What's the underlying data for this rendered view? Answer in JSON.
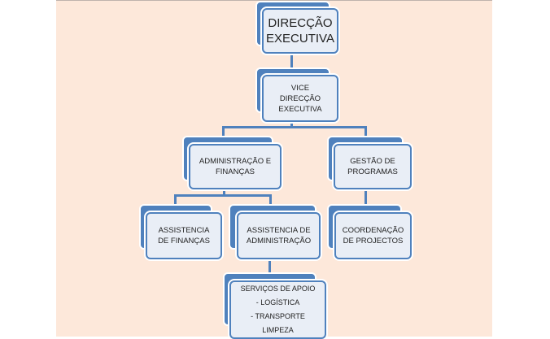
{
  "nodes": {
    "direccao": "DIRECÇÃO EXECUTIVA",
    "vice": "VICE DIRECÇÃO EXECUTIVA",
    "admin_financas": "ADMINISTRAÇÃO E FINANÇAS",
    "gestao": "GESTÃO DE PROGRAMAS",
    "assist_financas": "ASSISTENCIA DE FINANÇAS",
    "assist_admin": "ASSISTENCIA DE ADMINISTRAÇÃO",
    "coordenacao": "COORDENAÇÃO DE PROJECTOS",
    "servicos": {
      "title": "SERVIÇOS DE APOIO",
      "items": [
        "- LOGÍSTICA",
        "- TRANSPORTE",
        "LIMPEZA"
      ]
    }
  },
  "colors": {
    "accent": "#4f81bd",
    "box_fill": "#e9eef6",
    "background": "#fde8da"
  }
}
